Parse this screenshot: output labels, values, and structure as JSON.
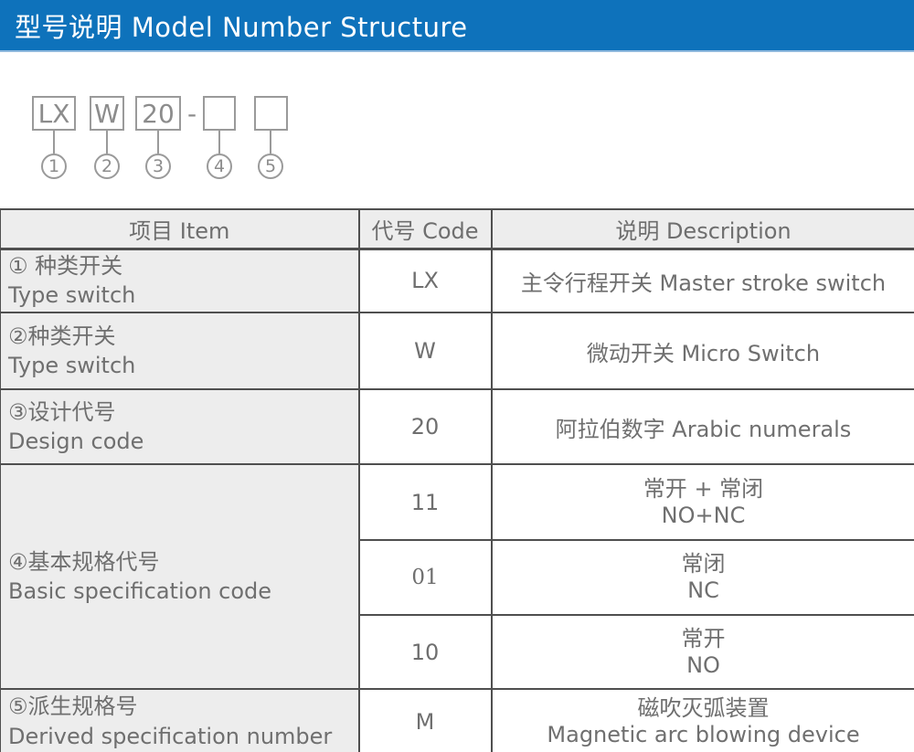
{
  "banner": {
    "title": "型号说明 Model Number Structure"
  },
  "diagram": {
    "boxes": [
      {
        "label": "LX"
      },
      {
        "label": "W"
      },
      {
        "label": "20"
      },
      {
        "label": ""
      },
      {
        "label": ""
      }
    ],
    "separator": "-",
    "circle_numbers": [
      "1",
      "2",
      "3",
      "4",
      "5"
    ]
  },
  "table": {
    "columns": [
      {
        "label": "项目 Item"
      },
      {
        "label": "代号 Code"
      },
      {
        "label": "说明 Description"
      }
    ],
    "rows": [
      {
        "item_zh": "① 种类开关",
        "item_en": "Type switch",
        "code": "LX",
        "desc": "主令行程开关 Master stroke switch"
      },
      {
        "item_zh": "②种类开关",
        "item_en": "Type switch",
        "code": "W",
        "desc": "微动开关 Micro Switch"
      },
      {
        "item_zh": "③设计代号",
        "item_en": "Design code",
        "code": "20",
        "desc": "阿拉伯数字 Arabic numerals"
      },
      {
        "item_zh": "④基本规格代号",
        "item_en": "Basic specification code",
        "sub_rows": [
          {
            "code": "11",
            "desc_zh": "常开 + 常闭",
            "desc_en": "NO+NC"
          },
          {
            "code": "01",
            "desc_zh": "常闭",
            "desc_en": "NC"
          },
          {
            "code": "10",
            "desc_zh": "常开",
            "desc_en": "NO"
          }
        ]
      },
      {
        "item_zh": "⑤派生规格号",
        "item_en": "Derived specification number",
        "code": "M",
        "desc_zh": "磁吹灭弧装置",
        "desc_en": "Magnetic arc blowing device"
      }
    ]
  },
  "colors": {
    "accent_blue": "#0e72bb",
    "table_border": "#4f4f4f",
    "gray_cell_bg": "#ededed",
    "text_gray": "#6f6f6f",
    "diagram_gray": "#9a9a9a"
  }
}
